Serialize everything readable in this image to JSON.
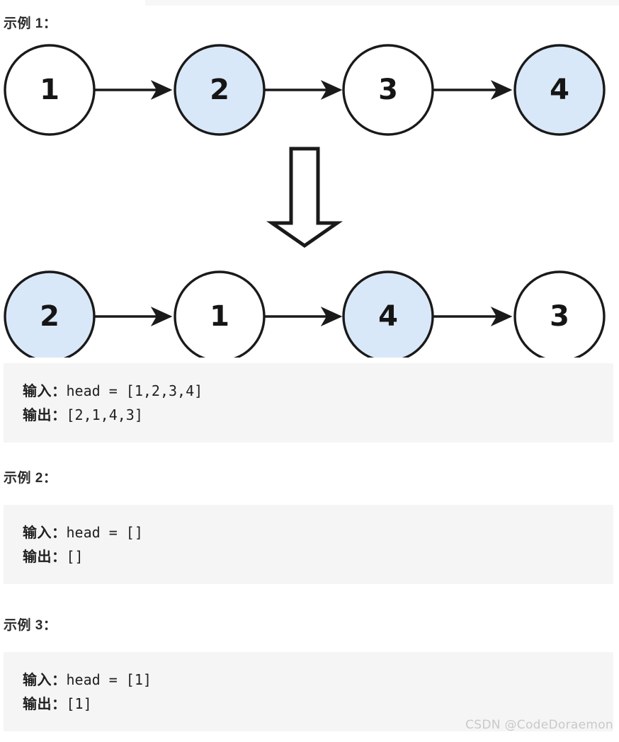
{
  "page": {
    "background_color": "#ffffff",
    "watermark": "CSDN @CodeDoraemon"
  },
  "colors": {
    "node_highlight_fill": "#d9e8f8",
    "node_plain_fill": "#ffffff",
    "node_stroke": "#1a1a1a",
    "code_block_background": "#f5f5f5",
    "text": "#202020",
    "watermark": "#c9c9c9"
  },
  "examples": [
    {
      "heading": "示例 1：",
      "has_diagram": true,
      "diagram": {
        "before_label": "input-linked-list",
        "after_label": "output-linked-list",
        "transform_arrow": "down-block-arrow",
        "before": [
          {
            "value": "1",
            "highlight": false
          },
          {
            "value": "2",
            "highlight": true
          },
          {
            "value": "3",
            "highlight": false
          },
          {
            "value": "4",
            "highlight": true
          }
        ],
        "after": [
          {
            "value": "2",
            "highlight": true
          },
          {
            "value": "1",
            "highlight": false
          },
          {
            "value": "4",
            "highlight": true
          },
          {
            "value": "3",
            "highlight": false
          }
        ]
      },
      "code": {
        "input_label": "输入：",
        "input_value": "head = [1,2,3,4]",
        "output_label": "输出：",
        "output_value": "[2,1,4,3]"
      }
    },
    {
      "heading": "示例 2：",
      "has_diagram": false,
      "code": {
        "input_label": "输入：",
        "input_value": "head = []",
        "output_label": "输出：",
        "output_value": "[]"
      }
    },
    {
      "heading": "示例 3：",
      "has_diagram": false,
      "code": {
        "input_label": "输入：",
        "input_value": "head = [1]",
        "output_label": "输出：",
        "output_value": "[1]"
      }
    }
  ]
}
